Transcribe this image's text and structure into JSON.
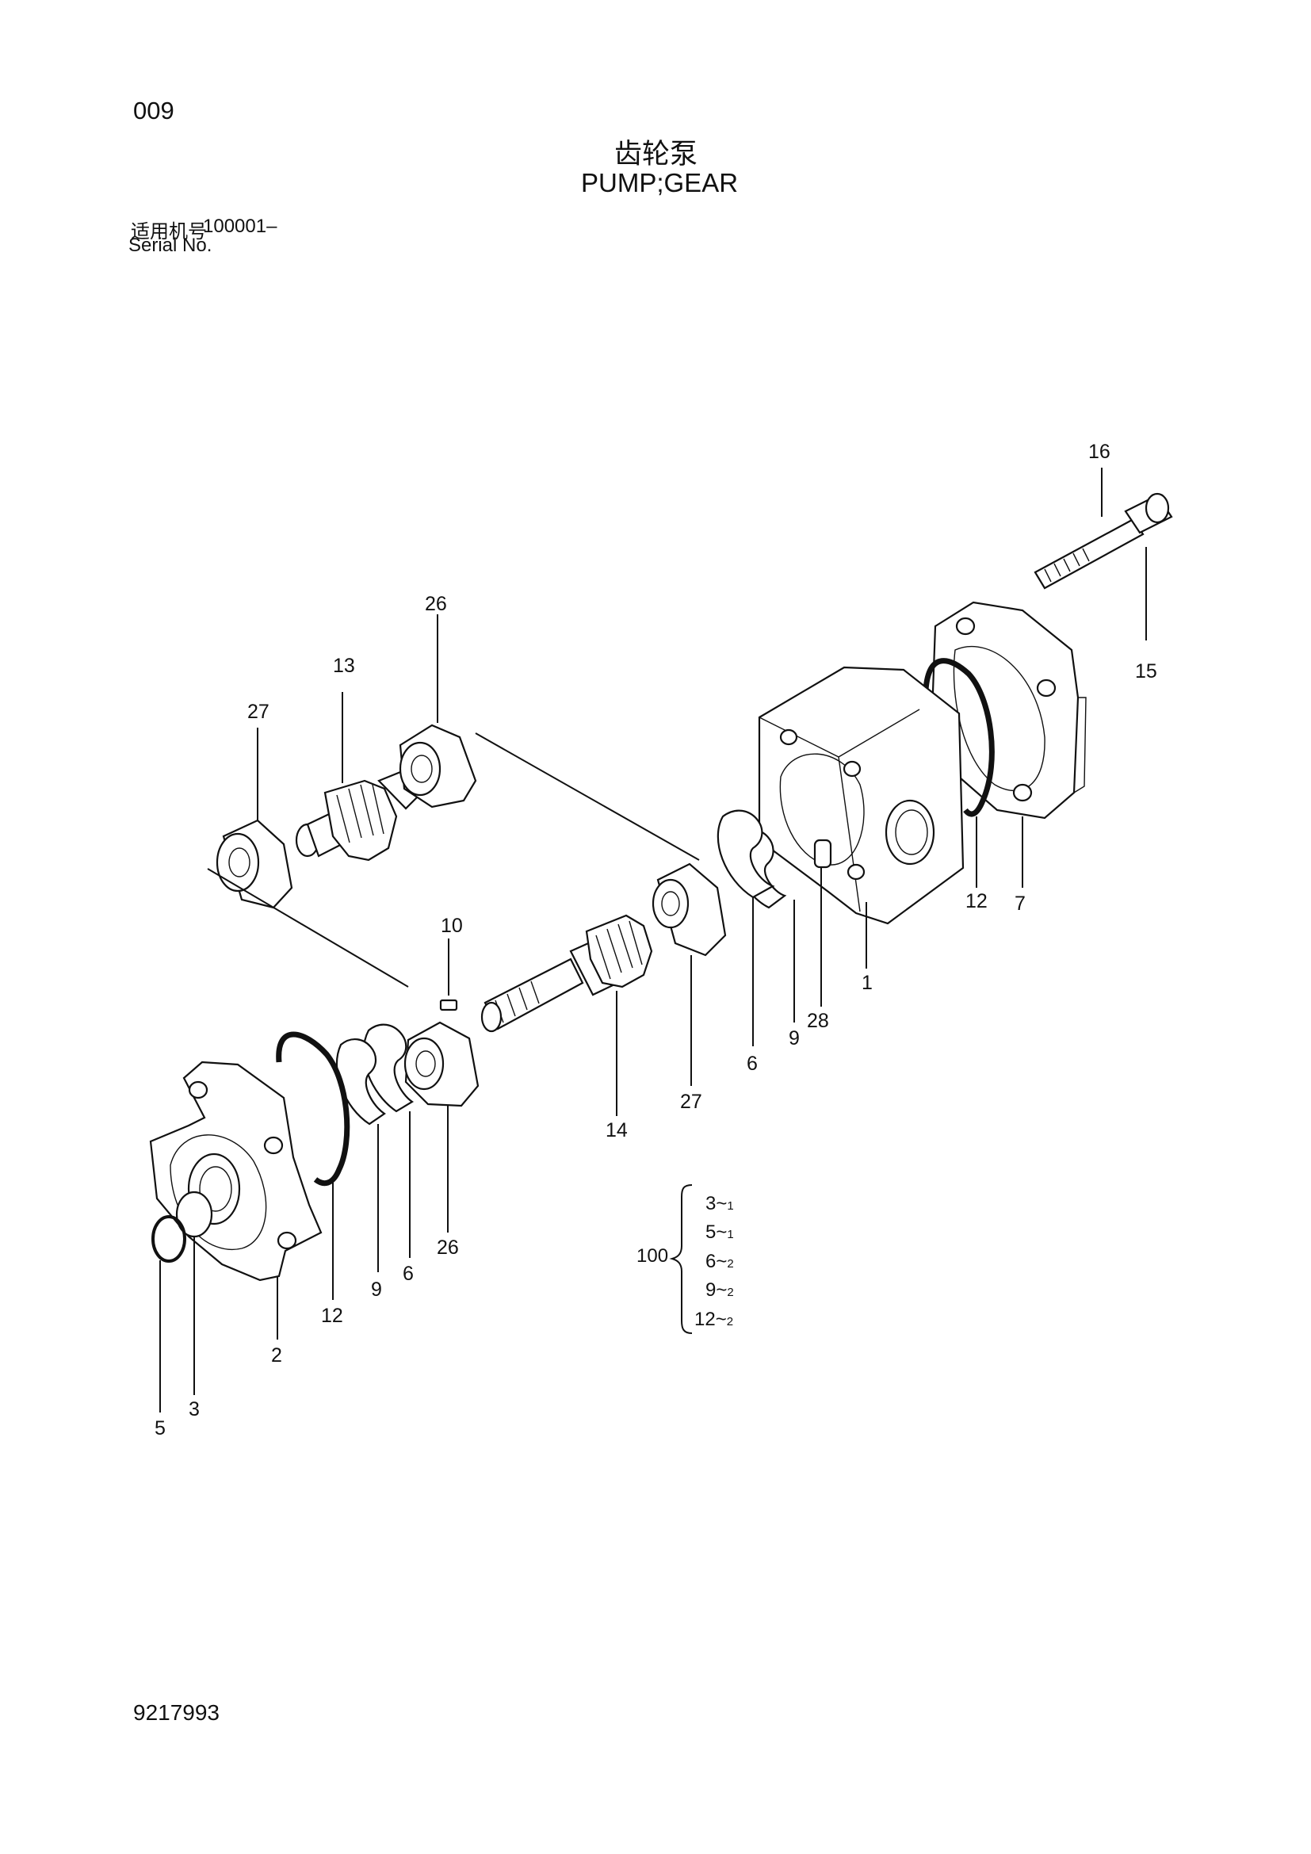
{
  "page_code": "009",
  "title_cn": "齿轮泵",
  "title_en": "PUMP;GEAR",
  "serial": {
    "label_cn": "适用机号",
    "value": "100001–",
    "label_en": "Serial No."
  },
  "callouts": [
    "16",
    "15",
    "26",
    "13",
    "27",
    "12",
    "7",
    "1",
    "28",
    "9",
    "6",
    "27",
    "10",
    "14",
    "26",
    "6",
    "9",
    "12",
    "2",
    "3",
    "5"
  ],
  "kit": {
    "number": "100",
    "items": [
      {
        "part": "3",
        "sep": "~",
        "qty": "1"
      },
      {
        "part": "5",
        "sep": "~",
        "qty": "1"
      },
      {
        "part": "6",
        "sep": "~",
        "qty": "2"
      },
      {
        "part": "9",
        "sep": "~",
        "qty": "2"
      },
      {
        "part": "12",
        "sep": "~",
        "qty": "2"
      }
    ]
  },
  "footer_code": "9217993"
}
